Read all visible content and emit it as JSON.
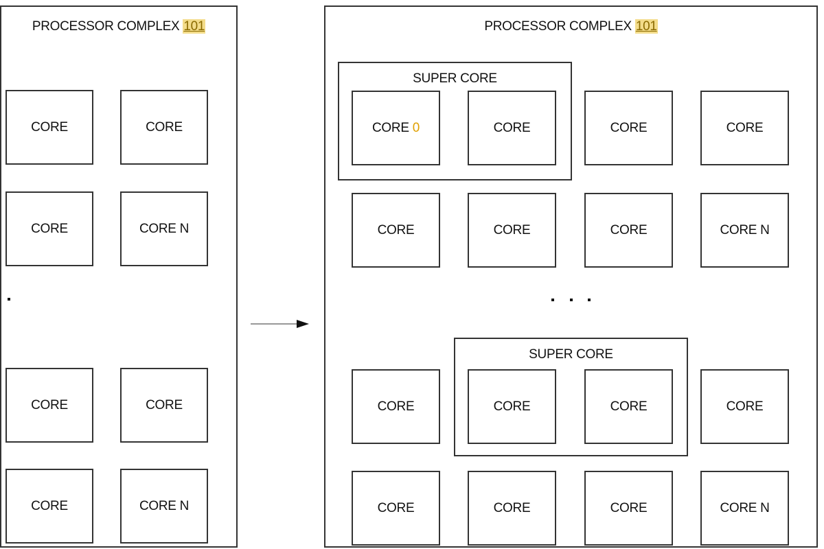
{
  "left_complex": {
    "title": "PROCESSOR COMPLEX",
    "ref": "101",
    "cores": [
      "CORE",
      "CORE",
      "CORE",
      "CORE N",
      "CORE",
      "CORE",
      "CORE",
      "CORE N"
    ]
  },
  "right_complex": {
    "title": "PROCESSOR COMPLEX",
    "ref": "101",
    "super_core_label": "SUPER CORE",
    "cores": [
      {
        "label": "CORE",
        "num": "0"
      },
      {
        "label": "CORE"
      },
      {
        "label": "CORE"
      },
      {
        "label": "CORE"
      },
      {
        "label": "CORE"
      },
      {
        "label": "CORE"
      },
      {
        "label": "CORE"
      },
      {
        "label": "CORE N"
      },
      {
        "label": "CORE"
      },
      {
        "label": "CORE"
      },
      {
        "label": "CORE"
      },
      {
        "label": "CORE"
      },
      {
        "label": "CORE"
      },
      {
        "label": "CORE"
      },
      {
        "label": "CORE"
      },
      {
        "label": "CORE N"
      }
    ]
  },
  "colors": {
    "reference_number": "#e0a000",
    "reference_highlight": "#f3dc8a",
    "border": "#333333"
  }
}
